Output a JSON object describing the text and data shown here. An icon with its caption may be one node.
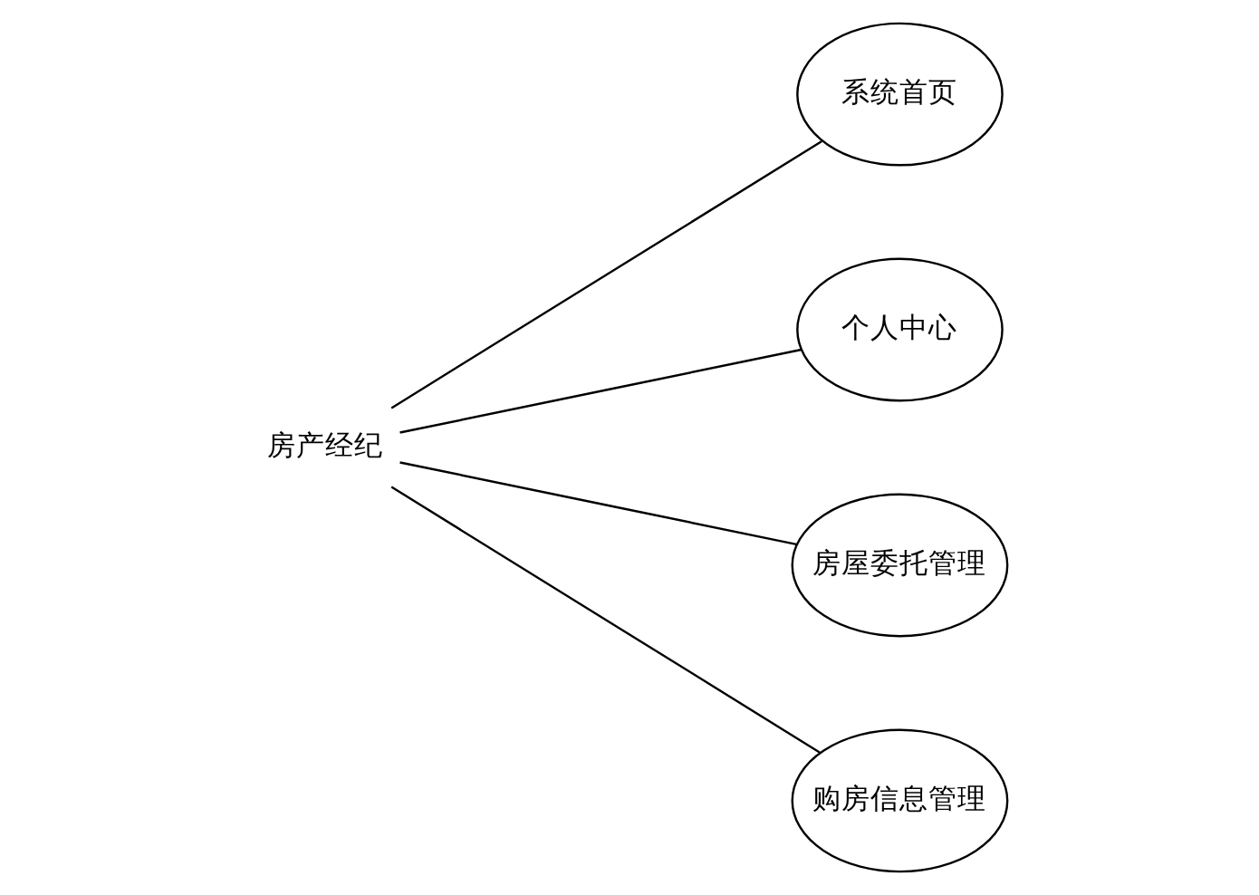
{
  "diagram": {
    "nodes": [
      {
        "text": [
          "房产经纪"
        ]
      },
      {
        "text": [
          "系统首页"
        ]
      },
      {
        "text": [
          "个人中心"
        ]
      },
      {
        "text": [
          "房屋委托管理"
        ]
      },
      {
        "text": [
          "购房信息管理"
        ]
      }
    ],
    "edges": [
      {
        "from": 0,
        "to": 1,
        "arrow": "none"
      },
      {
        "from": 0,
        "to": 2,
        "arrow": "none"
      },
      {
        "from": 0,
        "to": 3,
        "arrow": "none"
      },
      {
        "from": 0,
        "to": 4,
        "arrow": "none"
      }
    ]
  }
}
